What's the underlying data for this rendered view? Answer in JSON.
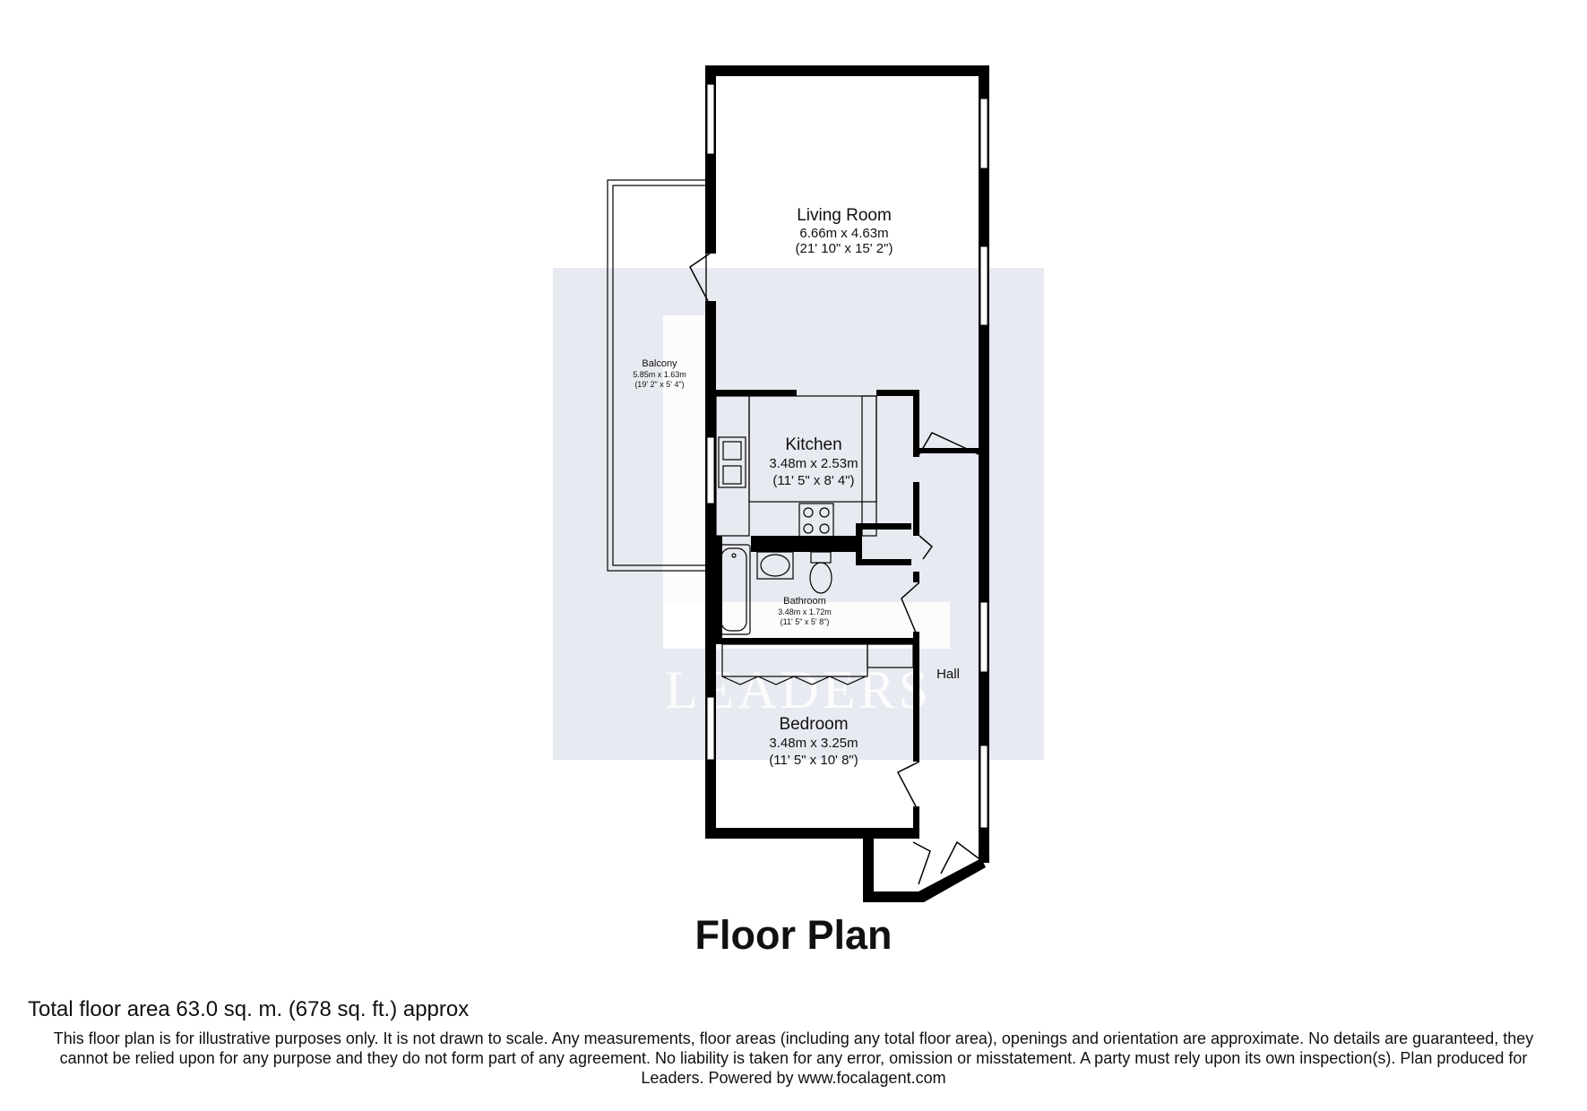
{
  "title": "Floor Plan",
  "total_area": "Total floor area 63.0 sq. m. (678 sq. ft.) approx",
  "disclaimer": "This floor plan is for illustrative purposes only. It is not drawn to scale. Any measurements, floor areas (including any total floor area), openings and orientation are approximate. No details are guaranteed, they cannot be relied upon for any purpose and they do not form part of any agreement. No liability is taken for any error, omission or misstatement. A party must rely upon its own inspection(s). Plan produced for Leaders. Powered by www.focalagent.com",
  "watermark": {
    "monogram": "L",
    "brand": "LEADERS",
    "color": "#e8eaf1"
  },
  "rooms": {
    "living_room": {
      "name": "Living Room",
      "metric": "6.66m x 4.63m",
      "imperial": "(21' 10\" x 15' 2\")"
    },
    "balcony": {
      "name": "Balcony",
      "metric": "5.85m x 1.63m",
      "imperial": "(19' 2\" x 5' 4\")"
    },
    "kitchen": {
      "name": "Kitchen",
      "metric": "3.48m x 2.53m",
      "imperial": "(11' 5\" x 8' 4\")"
    },
    "bathroom": {
      "name": "Bathroom",
      "metric": "3.48m x 1.72m",
      "imperial": "(11' 5\" x 5' 8\")"
    },
    "bedroom": {
      "name": "Bedroom",
      "metric": "3.48m x 3.25m",
      "imperial": "(11' 5\" x 10' 8\")"
    },
    "hall": {
      "name": "Hall"
    }
  },
  "colors": {
    "wall": "#000000",
    "watermark_panel": "#e8eaf1"
  }
}
